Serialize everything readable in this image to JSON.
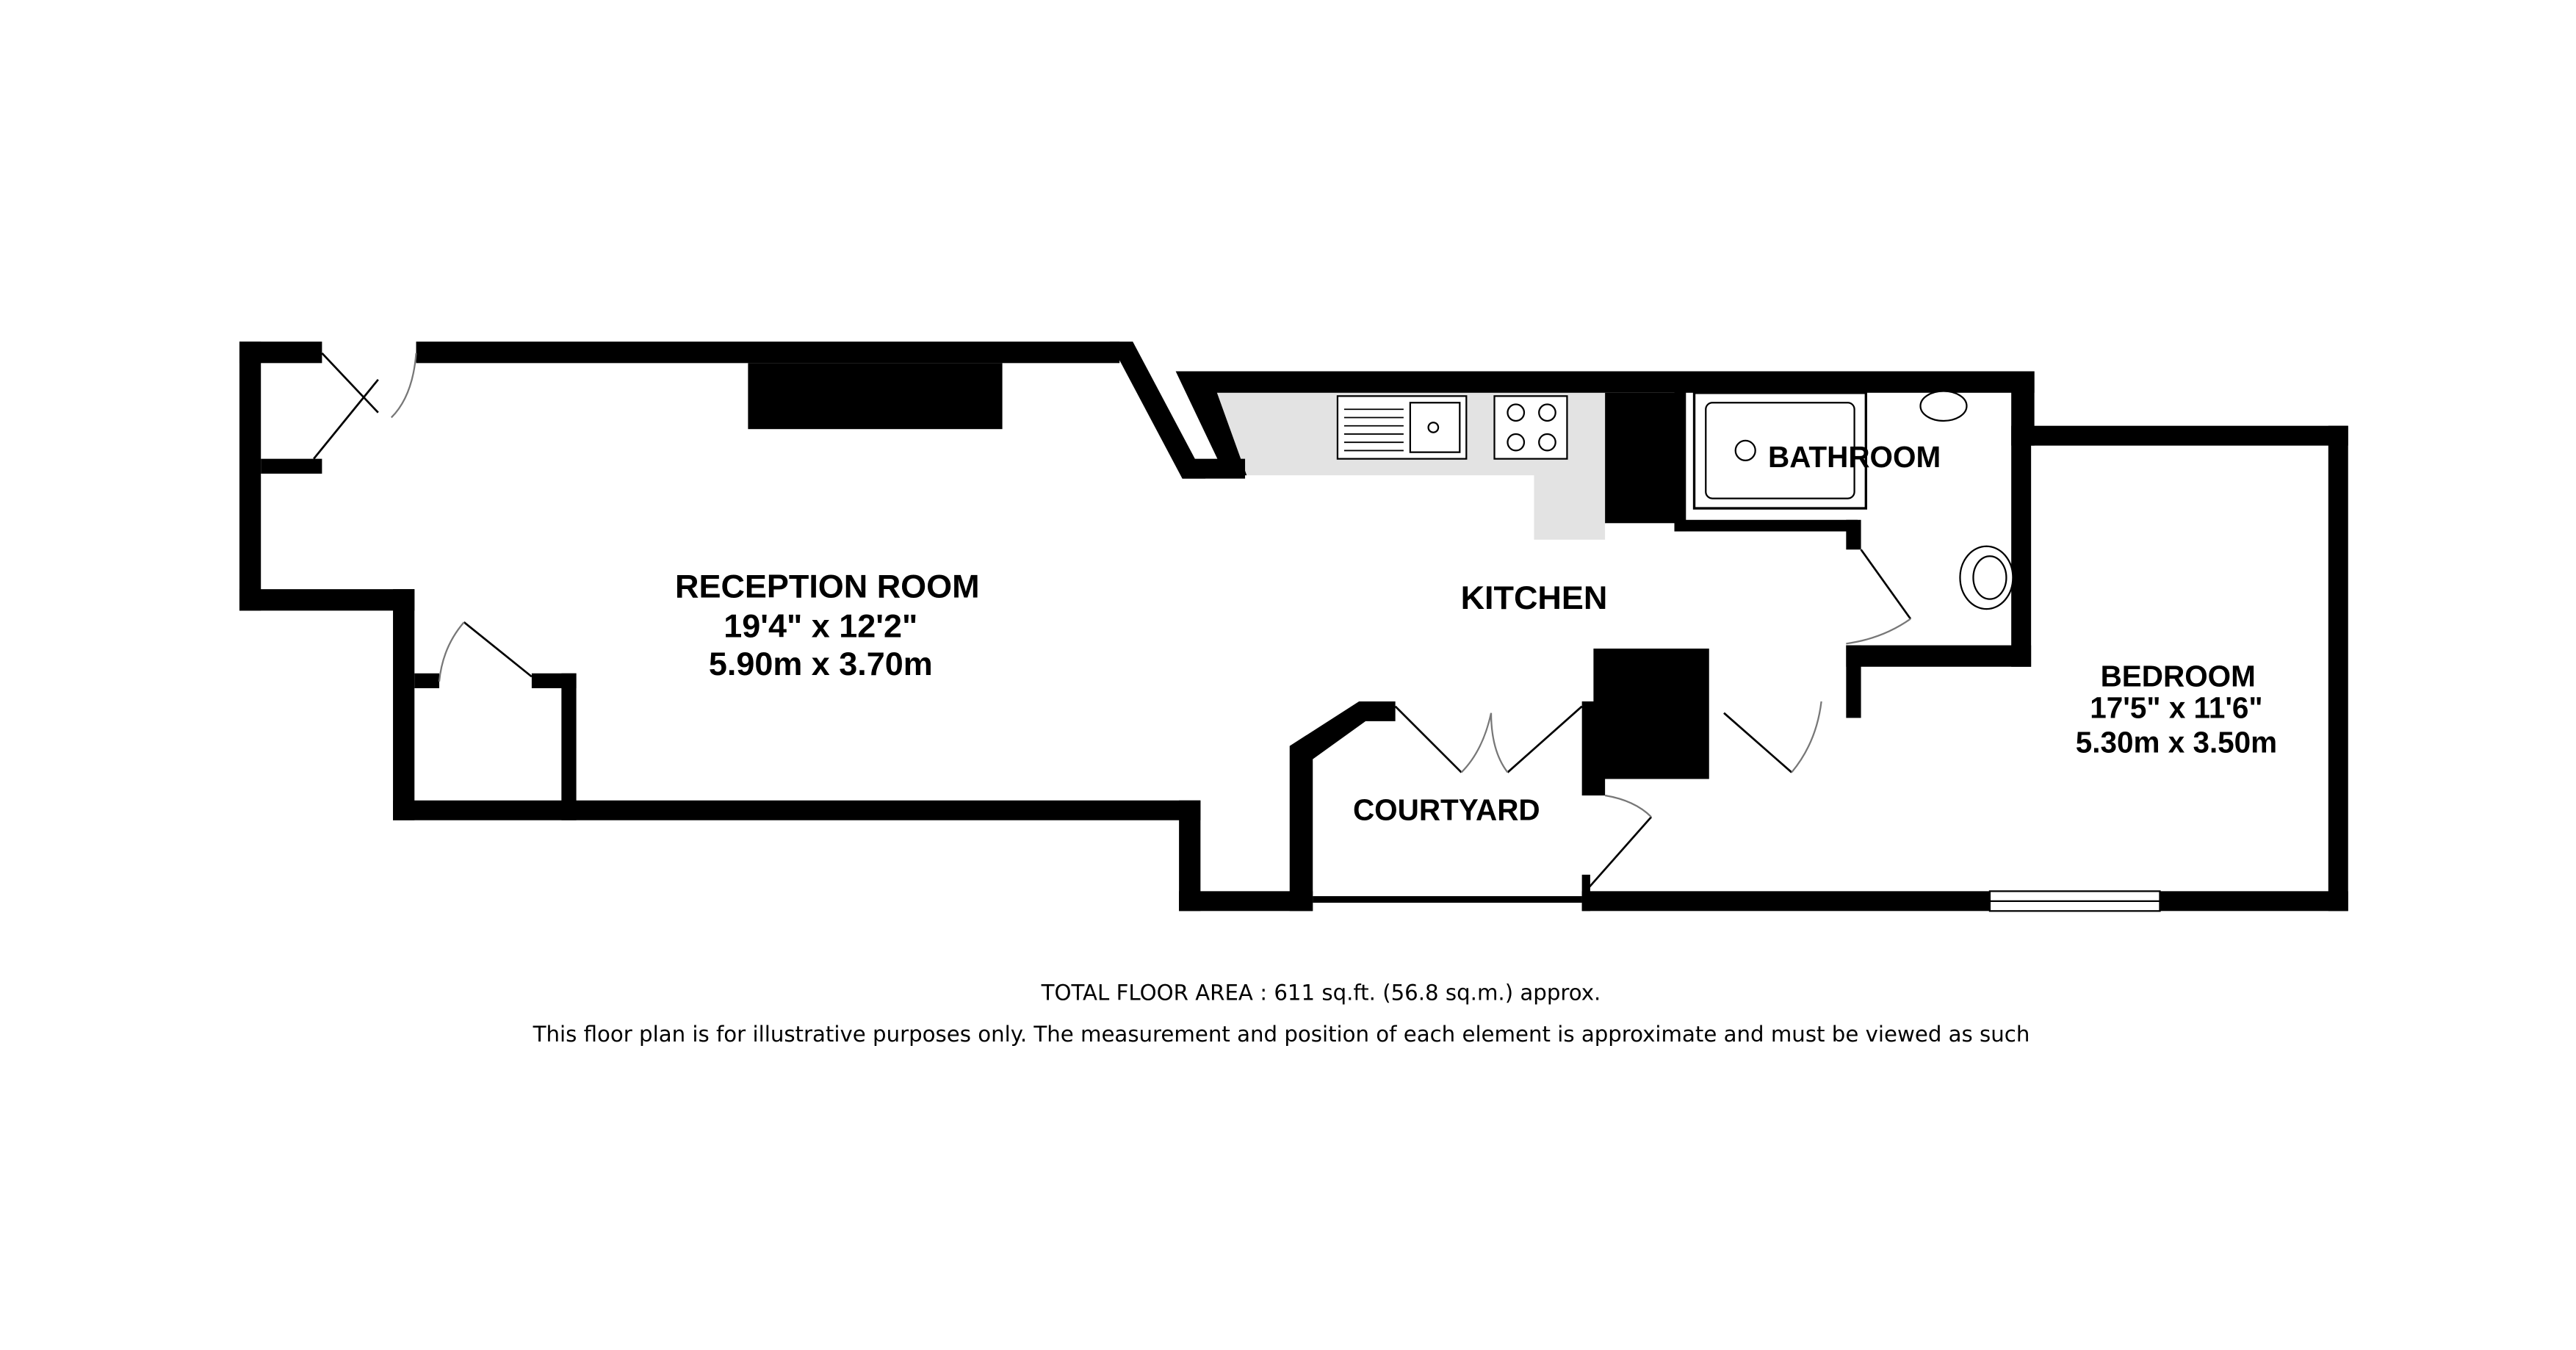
{
  "rooms": {
    "reception": {
      "name": "RECEPTION ROOM",
      "imperial": "19'4\"  x 12'2\"",
      "metric": "5.90m  x 3.70m"
    },
    "kitchen": {
      "name": "KITCHEN"
    },
    "bathroom": {
      "name": "BATHROOM"
    },
    "bedroom": {
      "name": "BEDROOM",
      "imperial": "17'5\"  x 11'6\"",
      "metric": "5.30m  x 3.50m"
    },
    "courtyard": {
      "name": "COURTYARD"
    }
  },
  "footer": {
    "total_area": "TOTAL FLOOR AREA : 611 sq.ft. (56.8 sq.m.) approx.",
    "disclaimer": "This floor plan is for illustrative purposes only. The measurement and position of each element is approximate and must be viewed as such"
  },
  "colors": {
    "wall": "#000000",
    "counter": "#e3e3e3"
  }
}
